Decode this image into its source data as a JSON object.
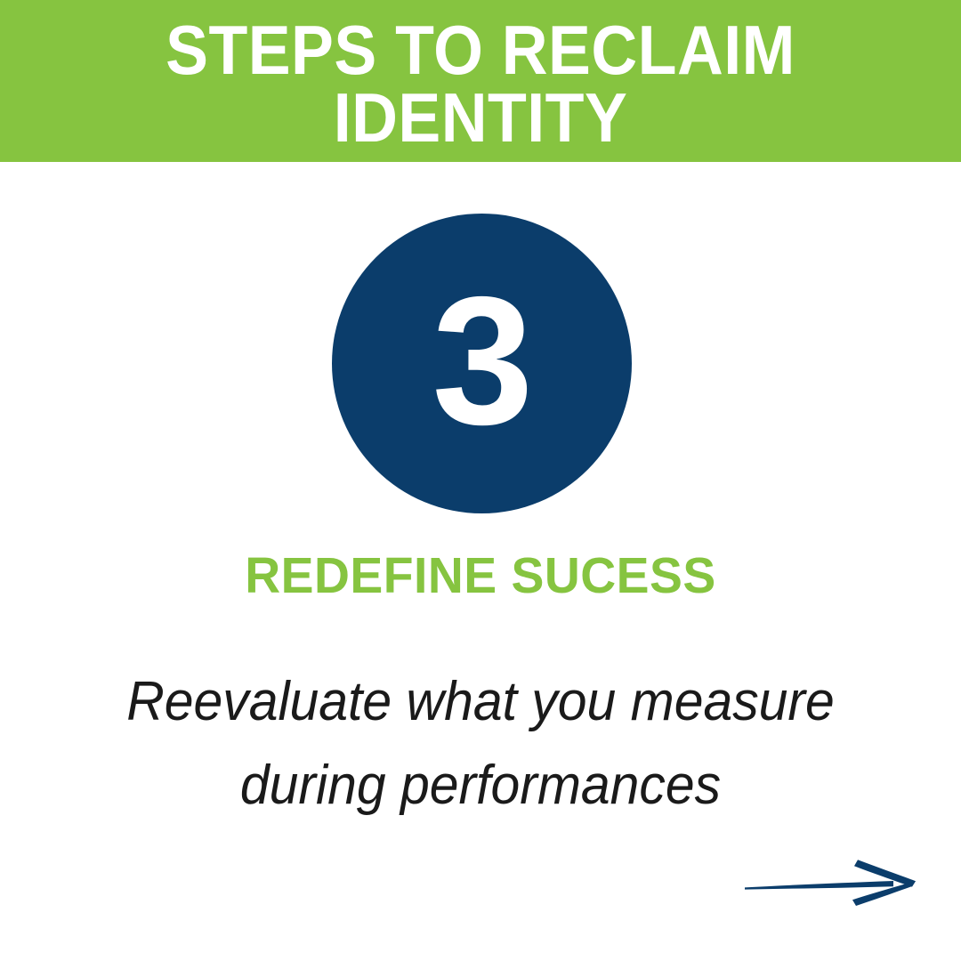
{
  "slide": {
    "background_color": "#ffffff",
    "accent_green": "#86c440",
    "accent_navy": "#0b3d6b",
    "body_text_color": "#1a1a1a"
  },
  "header": {
    "title": "STEPS TO RECLAIM\nIDENTITY",
    "title_line_1": "STEPS TO RECLAIM",
    "title_line_2": "IDENTITY",
    "background_color": "#86c440",
    "text_color": "#ffffff"
  },
  "step": {
    "number": "3",
    "badge_color": "#0b3d6b",
    "number_color": "#ffffff",
    "headline": "REDEFINE SUCESS",
    "headline_color": "#86c440",
    "body": "Reevaluate what you measure\nduring performances",
    "body_line_1": "Reevaluate what you measure",
    "body_line_2": "during performances",
    "body_color": "#1a1a1a"
  },
  "navigation": {
    "next_arrow_icon": "arrow-right-icon",
    "next_arrow_color": "#0b3d6b"
  }
}
